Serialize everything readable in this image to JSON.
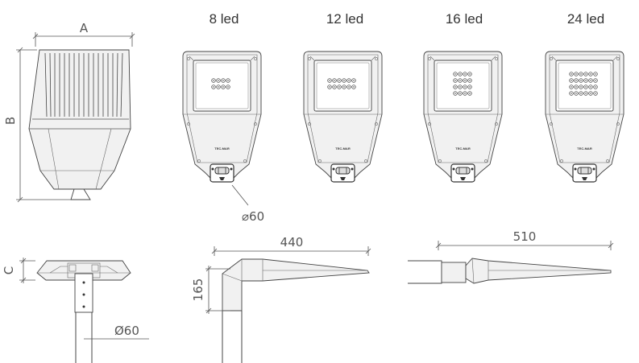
{
  "headers": {
    "led8": "8 led",
    "led12": "12 led",
    "led16": "16 led",
    "led24": "24 led"
  },
  "dimensions": {
    "a": "A",
    "b": "B",
    "c": "C",
    "diam_front": "⌀60",
    "diam_pole": "Ø60",
    "d440": "440",
    "d510": "510",
    "d165": "165"
  },
  "brand": "TEC-MAR",
  "colors": {
    "outline": "#444444",
    "fill": "#f1f1f1",
    "dimension": "#555555"
  }
}
